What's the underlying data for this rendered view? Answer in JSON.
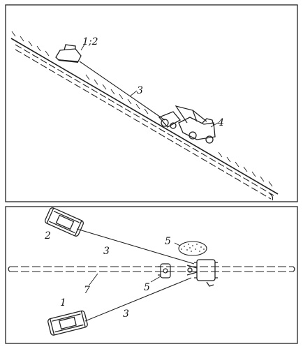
{
  "top_panel": {
    "labels": {
      "machines_1_2": "1;2",
      "cable": "3",
      "pipelayer": "4"
    }
  },
  "bottom_panel": {
    "labels": {
      "machine_2": "2",
      "cable_upper": "3",
      "spot": "5",
      "block": "5",
      "pipeline": "7",
      "machine_1": "1",
      "cable_lower": "3"
    }
  }
}
